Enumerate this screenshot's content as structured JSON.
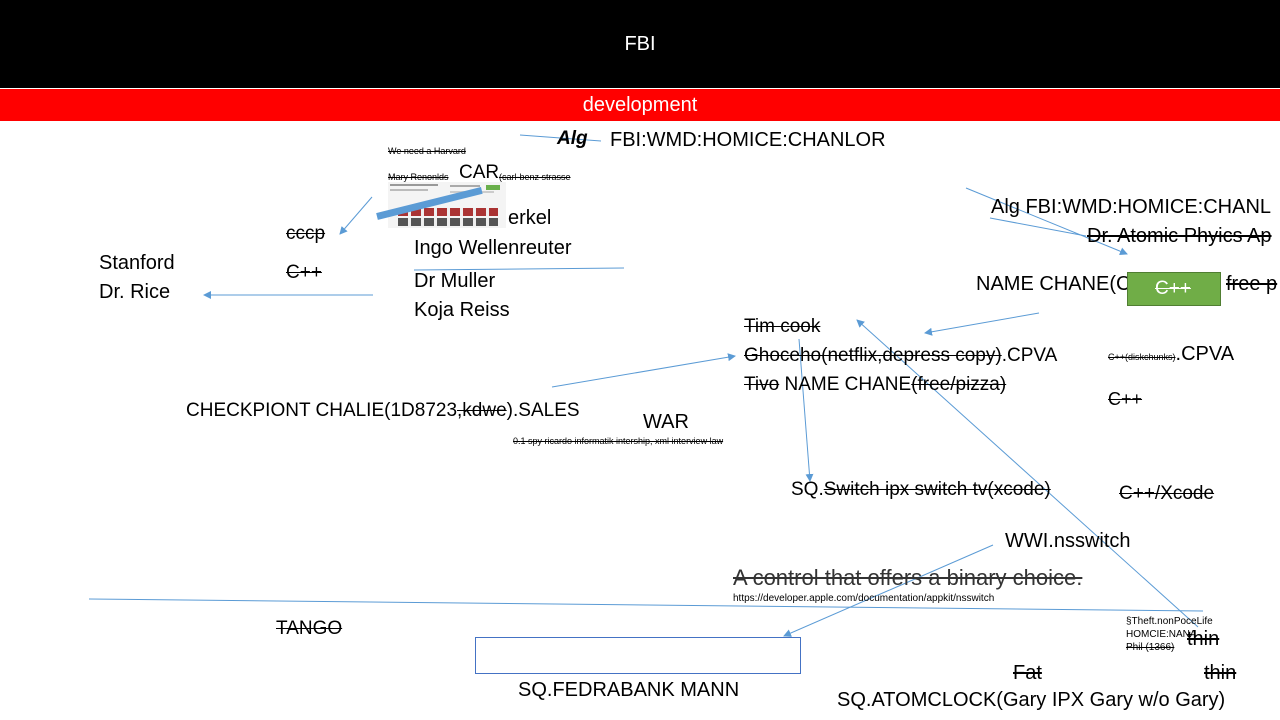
{
  "header": {
    "title": "FBI"
  },
  "banner": {
    "label": "development"
  },
  "labels": {
    "alg": "Alg",
    "fbi_top": "FBI:WMD:HOMICE:CHANLOR",
    "we_need": "We need a Harvard",
    "mary": "Mary Renonlds",
    "car": "CAR",
    "carl": "(carl-benz strasse",
    "merkel_tail": "erkel",
    "cccp": "cccp",
    "cpp_left": "C++",
    "stanford": "Stanford",
    "dr_rice": "Dr. Rice",
    "ingo": "Ingo Wellenreuter",
    "muller": "Dr Muller",
    "koja": "Koja Reiss",
    "alg_fbi_right": "Alg FBI:WMD:HOMICE:CHANL",
    "dr_atomic": "Dr. Atomic Phyics Ap",
    "name_chane_right": "NAME CHANE(C",
    "green_cpp": "C++",
    "free_p": "free p",
    "tim_cook": "Tim cook",
    "ghoceho": "Ghoceho(netflix,depress copy)",
    "cpva1": ".CPVA",
    "disk_chunks": "C++(diskchunks)",
    "cpva2": ".CPVA",
    "tivo": "Tivo",
    "name_chane_mid": " NAME CHANE",
    "free_pizza": "(free/pizza)",
    "cpp_right": "C++",
    "checkpoint_a": "CHECKPIONT CHALIE(1D8723",
    "kdwe": ",kdwe",
    "checkpoint_b": ").SALES",
    "war": "WAR",
    "spy": "0.1 spy ricardo informatik intership, xml interview law",
    "sq": "SQ.",
    "switch_tv": "Switch ipx switch tv(xcode)",
    "cpp_xcode": "C++/Xcode",
    "wwi": "WWI.nsswitch",
    "control": "A control that offers a binary choice.",
    "url": "https://developer.apple.com/documentation/appkit/nsswitch",
    "tango": "TANGO",
    "theft": "§Theft.nonPoceLife",
    "homcie": "HOMCIE:NANA",
    "phil": "Phil (1366)",
    "thin1": "thin",
    "fat": "Fat",
    "thin2": "thin",
    "fedrabank": "SQ.FEDRABANK MANN",
    "atomclock": "SQ.ATOMCLOCK(Gary IPX Gary w/o Gary)"
  },
  "colors": {
    "header_bg": "#000000",
    "banner_bg": "#ff0000",
    "arrow": "#5b9bd5",
    "green_box": "#70ad47",
    "box_border": "#4472c4"
  }
}
